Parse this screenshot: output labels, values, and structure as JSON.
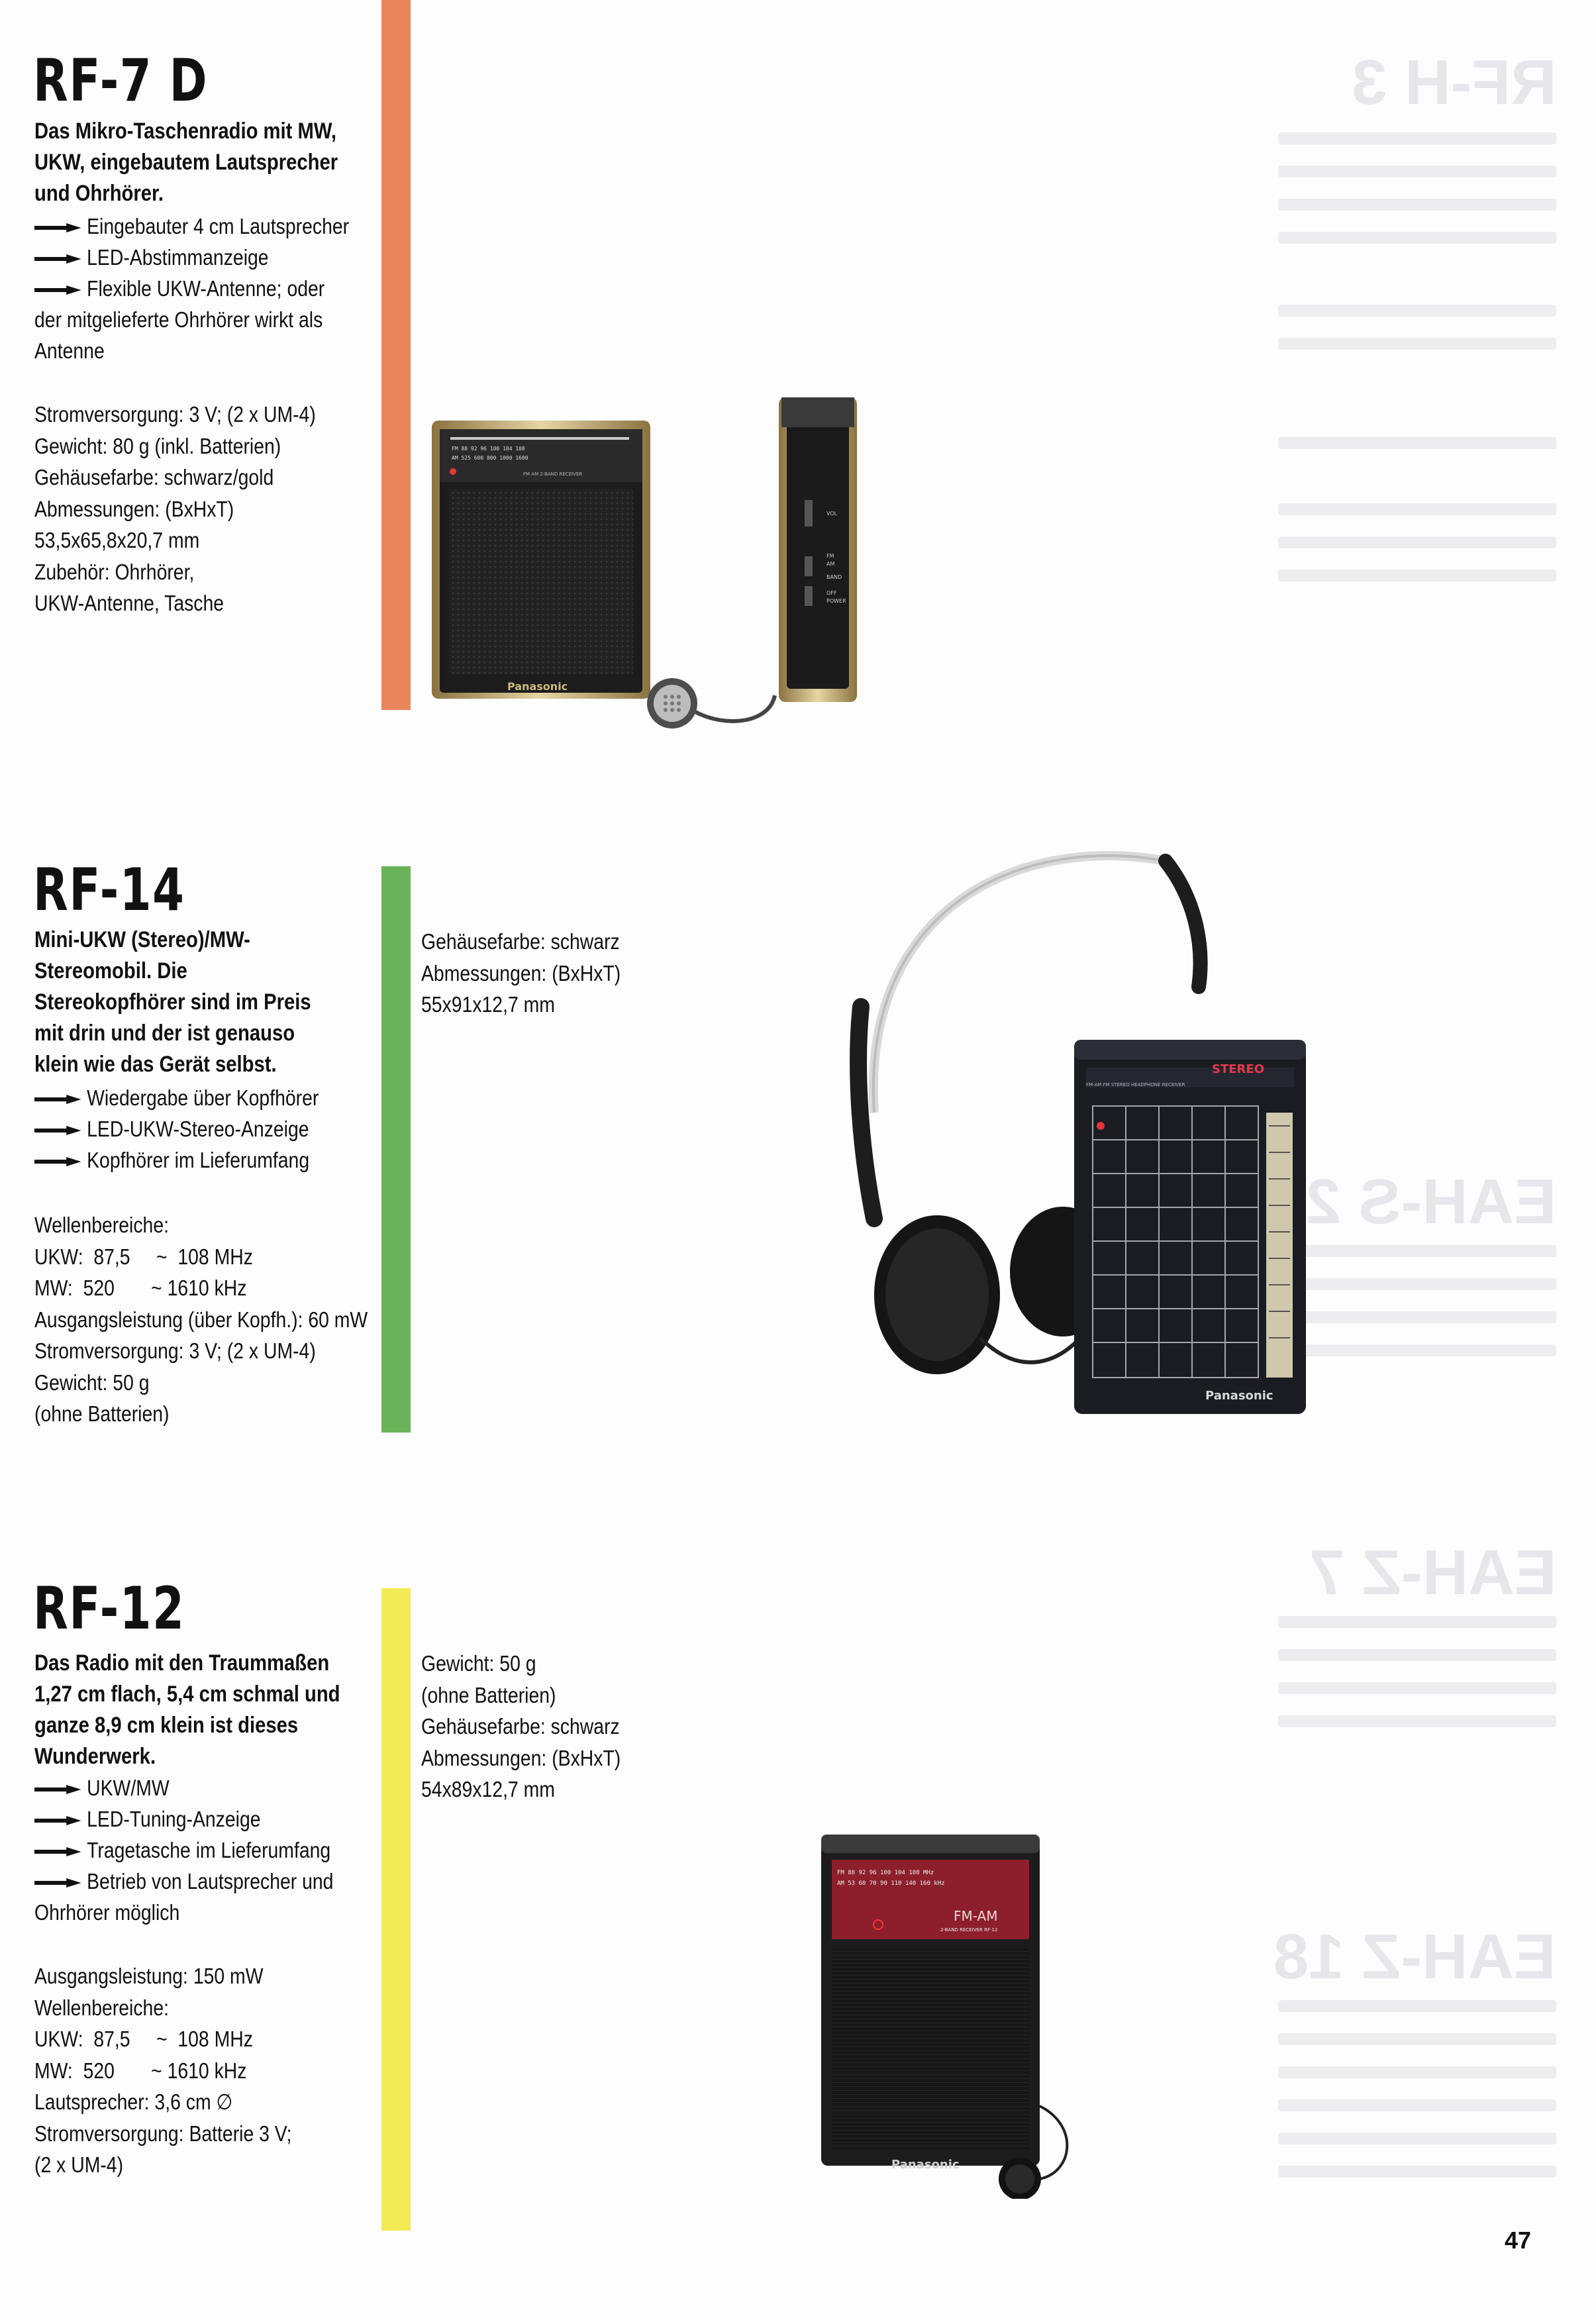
{
  "page_number": "47",
  "accent_colors": {
    "orange": "#e8855a",
    "green": "#6bb35a",
    "yellow": "#f2ea55"
  },
  "products": [
    {
      "model": "RF-7 D",
      "description": "Das Mikro-Taschenradio mit MW, UKW, eingebautem Lautsprecher und Ohrhörer.",
      "features": [
        "Eingebauter 4 cm Lautsprecher",
        "LED-Abstimmanzeige",
        "Flexible UKW-Antenne; oder der mitgelieferte Ohrhörer wirkt als Antenne"
      ],
      "specs": [
        "Stromversorgung: 3 V; (2 x UM-4)",
        "Gewicht: 80 g (inkl. Batterien)",
        "Gehäusefarbe: schwarz/gold",
        "Abmessungen: (BxHxT)",
        "53,5x65,8x20,7 mm",
        "Zubehör: Ohrhörer,",
        "UKW-Antenne, Tasche"
      ],
      "image_text": {
        "brand": "Panasonic",
        "bands": "FM  AM  2-BAND RECEIVER"
      },
      "side_labels": [
        "VOL",
        "FM",
        "AM",
        "BAND",
        "OFF",
        "POWER"
      ]
    },
    {
      "model": "RF-14",
      "description": "Mini-UKW (Stereo)/MW-Stereomobil. Die Stereokopfhörer sind im Preis mit drin und der ist genauso klein wie das Gerät selbst.",
      "features": [
        "Wiedergabe über Kopfhörer",
        "LED-UKW-Stereo-Anzeige",
        "Kopfhörer im Lieferumfang"
      ],
      "specs": [
        "Wellenbereiche:",
        "UKW:  87,5     ~  108 MHz",
        "MW:  520       ~ 1610 kHz",
        "Ausgangsleistung (über Kopfh.): 60 mW",
        "Stromversorgung: 3 V; (2 x UM-4)",
        "Gewicht: 50 g",
        "(ohne Batterien)"
      ],
      "specs_right": [
        "Gehäusefarbe: schwarz",
        "Abmessungen: (BxHxT)",
        "55x91x12,7 mm"
      ],
      "image_text": {
        "brand": "Panasonic",
        "stereo": "STEREO",
        "bands": "FM-AM FM STEREO HEADPHONE RECEIVER"
      }
    },
    {
      "model": "RF-12",
      "description": "Das Radio mit den Traummaßen 1,27 cm flach, 5,4 cm schmal und ganze 8,9 cm klein ist dieses Wunderwerk.",
      "features": [
        "UKW/MW",
        "LED-Tuning-Anzeige",
        "Tragetasche im Lieferumfang",
        "Betrieb von Lautsprecher und Ohrhörer möglich"
      ],
      "specs": [
        "Ausgangsleistung: 150 mW",
        "Wellenbereiche:",
        "UKW:  87,5     ~  108 MHz",
        "MW:  520       ~ 1610 kHz",
        "Lautsprecher: 3,6 cm ∅",
        "Stromversorgung: Batterie 3 V;",
        "(2 x UM-4)"
      ],
      "specs_right": [
        "Gewicht: 50 g",
        "(ohne Batterien)",
        "Gehäusefarbe: schwarz",
        "Abmessungen: (BxHxT)",
        "54x89x12,7 mm"
      ],
      "image_text": {
        "brand": "Panasonic",
        "fmam": "FM-AM",
        "bands": "2-BAND RECEIVER RF-12"
      }
    }
  ]
}
